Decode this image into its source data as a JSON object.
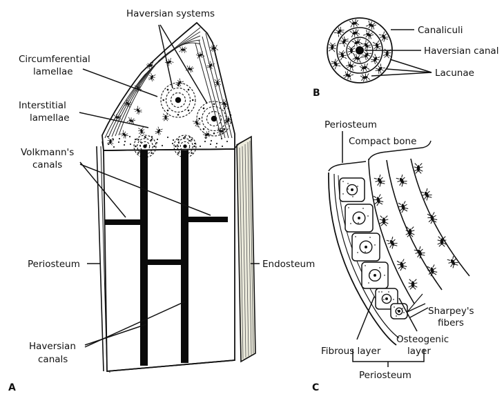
{
  "panels": {
    "a": {
      "letter": "A",
      "labels": {
        "haversian_systems": "Haversian systems",
        "circumferential_1": "Circumferential",
        "circumferential_2": "lamellae",
        "interstitial_1": "Interstitial",
        "interstitial_2": "lamellae",
        "volkmanns_1": "Volkmann's",
        "volkmanns_2": "canals",
        "periosteum": "Periosteum",
        "endosteum": "Endosteum",
        "haversian_canals_1": "Haversian",
        "haversian_canals_2": "canals"
      }
    },
    "b": {
      "letter": "B",
      "labels": {
        "canaliculi": "Canaliculi",
        "haversian_canal": "Haversian canal",
        "lacunae": "Lacunae"
      }
    },
    "c": {
      "letter": "C",
      "labels": {
        "periosteum_top": "Periosteum",
        "compact_bone": "Compact bone",
        "sharpeys_1": "Sharpey's",
        "sharpeys_2": "fibers",
        "osteogenic_1": "Osteogenic",
        "osteogenic_2": "layer",
        "fibrous_layer": "Fibrous layer",
        "periosteum_bottom": "Periosteum"
      }
    }
  },
  "colors": {
    "ink": "#111111",
    "paper": "#ffffff",
    "canal": "#0a0a0a",
    "endosteum_fill": "#ecebdc"
  }
}
